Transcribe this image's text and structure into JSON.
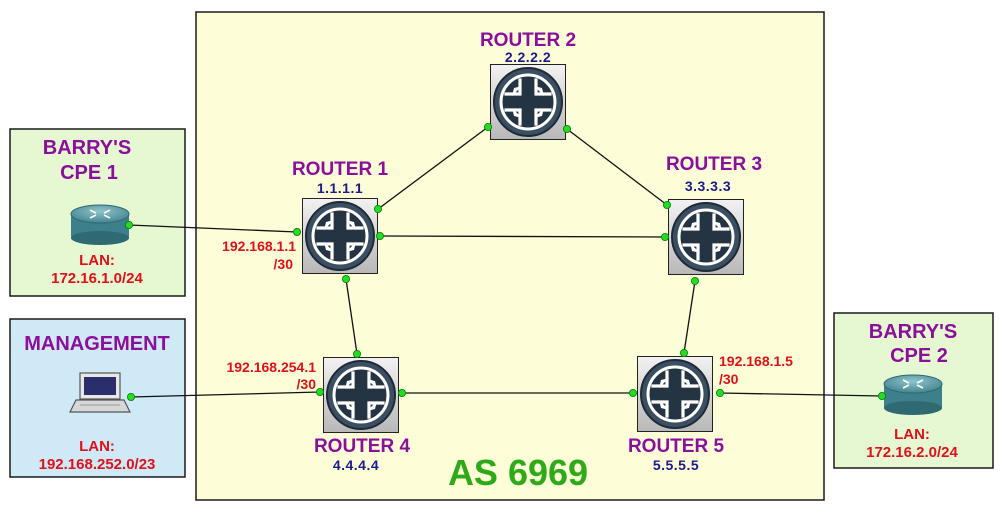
{
  "as_label": "AS 6969",
  "routers": [
    {
      "name": "ROUTER 1",
      "id": "1.1.1.1"
    },
    {
      "name": "ROUTER 2",
      "id": "2.2.2.2"
    },
    {
      "name": "ROUTER 3",
      "id": "3.3.3.3"
    },
    {
      "name": "ROUTER 4",
      "id": "4.4.4.4"
    },
    {
      "name": "ROUTER 5",
      "id": "5.5.5.5"
    }
  ],
  "cpe1": {
    "title_line1": "BARRY'S",
    "title_line2": "CPE 1",
    "lan_label": "LAN:",
    "lan": "172.16.1.0/24"
  },
  "cpe2": {
    "title_line1": "BARRY'S",
    "title_line2": "CPE 2",
    "lan_label": "LAN:",
    "lan": "172.16.2.0/24"
  },
  "management": {
    "title": "MANAGEMENT",
    "lan_label": "LAN:",
    "lan": "192.168.252.0/23"
  },
  "link_ips": {
    "r1_cpe1": {
      "line1": "192.168.1.1",
      "line2": "/30"
    },
    "r4_mgmt": {
      "line1": "192.168.254.1",
      "line2": "/30"
    },
    "r5_cpe2": {
      "line1": "192.168.1.5",
      "line2": "/30"
    }
  },
  "colors": {
    "as_area": "#fdfdd8",
    "cpe_box": "#e6f8d2",
    "mgmt_box": "#cfe9f7",
    "router_name": "#8b0f9c",
    "router_id": "#1a1a8c",
    "ip_label": "#e0101a",
    "as_label": "#2eaa18",
    "link_dot": "#22dd22"
  },
  "icons": {
    "router": "juniper-router-icon",
    "cpe": "cisco-router-icon",
    "management": "laptop-icon"
  }
}
